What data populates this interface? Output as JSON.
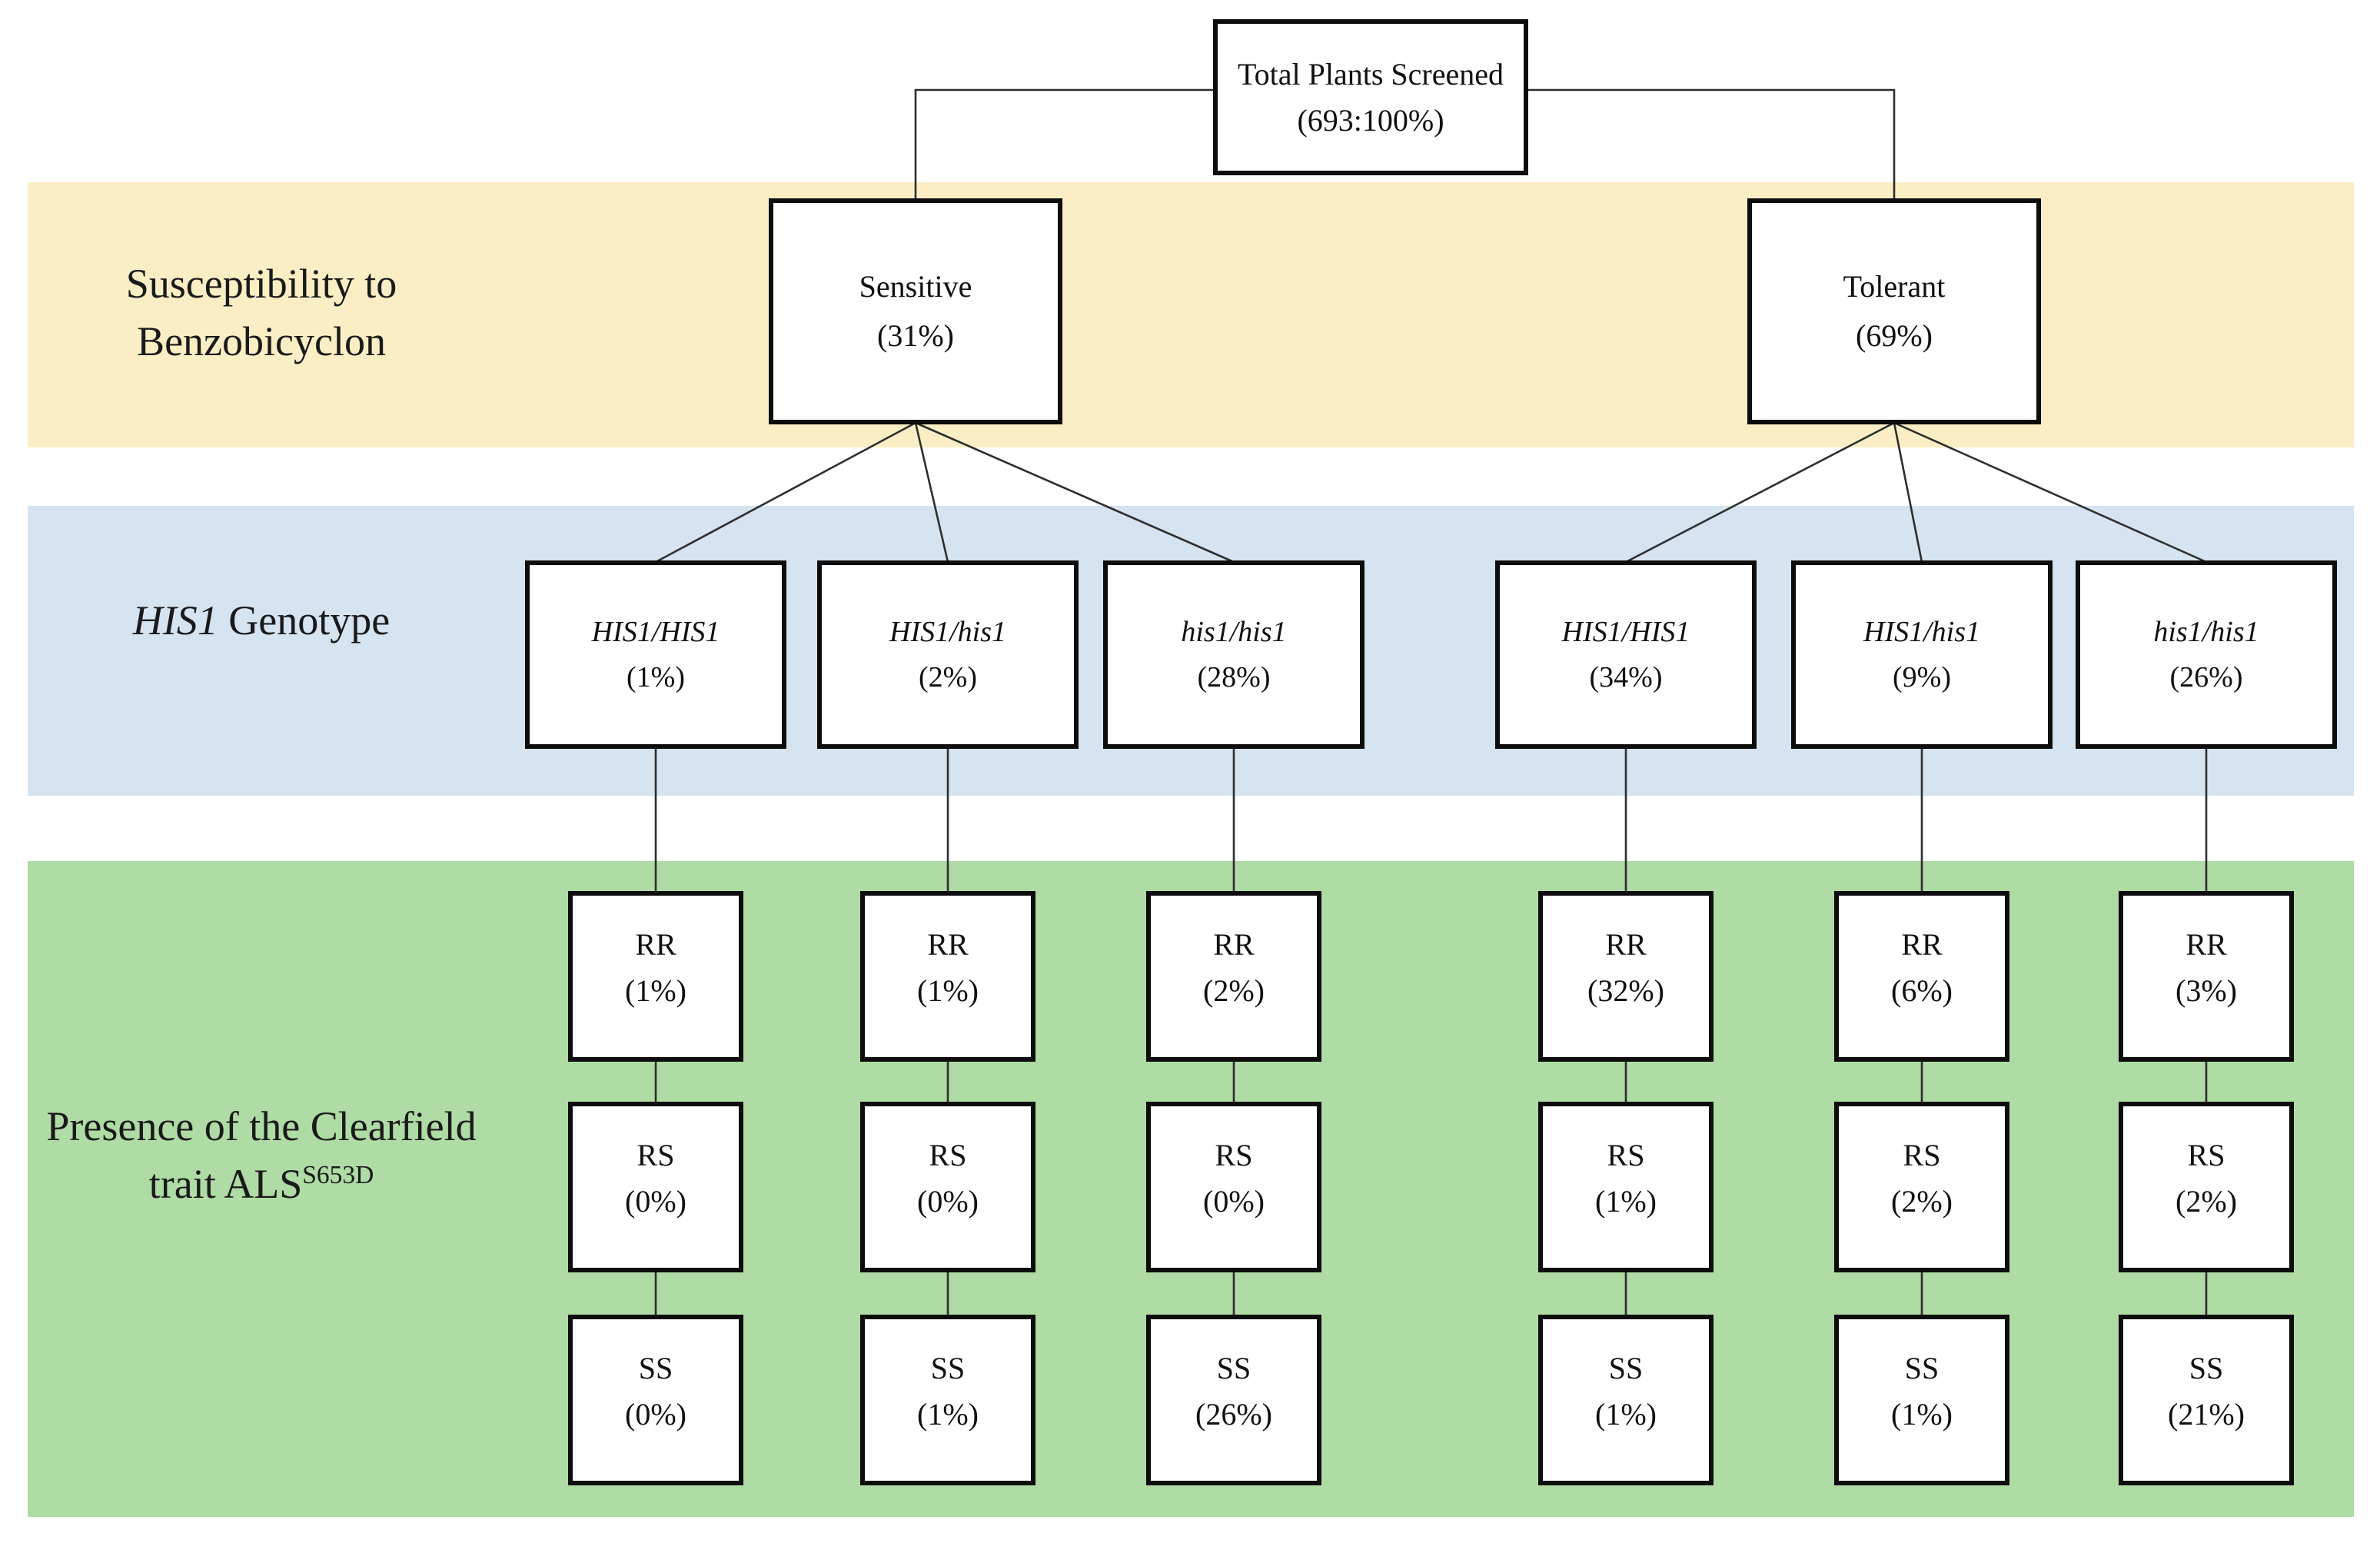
{
  "figure": {
    "bands": {
      "susceptibility": {
        "line1": "Susceptibility to",
        "line2": "Benzobicyclon",
        "color": "#FBEEC5"
      },
      "genotype": {
        "line1": "HIS1",
        "line2": "Genotype",
        "color": "#D6E3F1"
      },
      "clearfield": {
        "line1": "Presence of the",
        "line2": "Clearfield trait",
        "line3_base": "ALS",
        "line3_sup": "S653D",
        "color": "#AFDBA5"
      }
    },
    "tree": {
      "root": {
        "label": "Total Plants Screened",
        "value": "(693:100%)"
      },
      "branches": [
        {
          "label": "Sensitive",
          "value": "(31%)"
        },
        {
          "label": "Tolerant",
          "value": "(69%)"
        }
      ],
      "genotypes": [
        {
          "label": "HIS1/HIS1",
          "value": "(1%)"
        },
        {
          "label": "HIS1/his1",
          "value": "(2%)"
        },
        {
          "label": "his1/his1",
          "value": "(28%)"
        },
        {
          "label": "HIS1/HIS1",
          "value": "(34%)"
        },
        {
          "label": "HIS1/his1",
          "value": "(9%)"
        },
        {
          "label": "his1/his1",
          "value": "(26%)"
        }
      ],
      "als_labels": {
        "rr": "RR",
        "rs": "RS",
        "ss": "SS"
      },
      "als": [
        {
          "rr": "(1%)",
          "rs": "(0%)",
          "ss": "(0%)"
        },
        {
          "rr": "(1%)",
          "rs": "(0%)",
          "ss": "(1%)"
        },
        {
          "rr": "(2%)",
          "rs": "(0%)",
          "ss": "(26%)"
        },
        {
          "rr": "(32%)",
          "rs": "(1%)",
          "ss": "(1%)"
        },
        {
          "rr": "(6%)",
          "rs": "(2%)",
          "ss": "(1%)"
        },
        {
          "rr": "(3%)",
          "rs": "(2%)",
          "ss": "(21%)"
        }
      ]
    }
  }
}
